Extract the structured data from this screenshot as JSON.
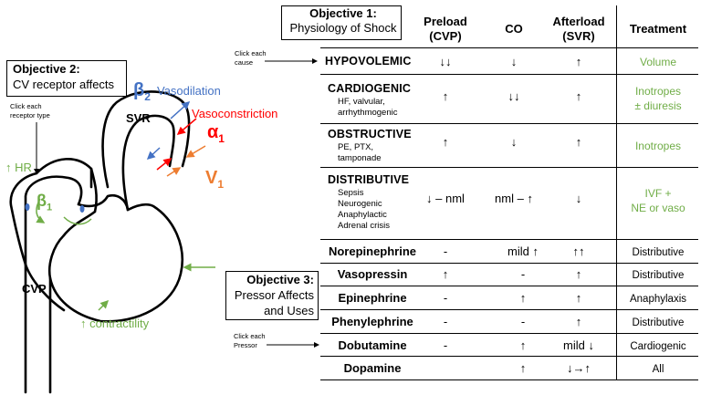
{
  "objective1": {
    "title": "Objective 1:",
    "subtitle": "Physiology of Shock"
  },
  "objective2": {
    "title": "Objective 2:",
    "subtitle": "CV receptor affects"
  },
  "objective3": {
    "line1": "Objective 3:",
    "line2": "Pressor Affects",
    "line3": "and Uses"
  },
  "click_cause": {
    "line1": "Click each",
    "line2": "cause"
  },
  "click_receptor": {
    "line1": "Click each",
    "line2": "receptor type"
  },
  "click_pressor": {
    "line1": "Click each",
    "line2": "Pressor"
  },
  "headers": {
    "preload": "Preload",
    "preload_sub": "(CVP)",
    "co": "CO",
    "afterload": "Afterload",
    "afterload_sub": "(SVR)",
    "treatment": "Treatment"
  },
  "shock_rows": [
    {
      "name": "HYPOVOLEMIC",
      "details": [],
      "preload": "↓↓",
      "co": "↓",
      "afterload": "↑",
      "treatment": [
        "Volume"
      ]
    },
    {
      "name": "CARDIOGENIC",
      "details": [
        "HF, valvular,",
        "arrhythmogenic"
      ],
      "preload": "↑",
      "co": "↓↓",
      "afterload": "↑",
      "treatment": [
        "Inotropes",
        "± diuresis"
      ]
    },
    {
      "name": "OBSTRUCTIVE",
      "details": [
        "PE, PTX,",
        "tamponade"
      ],
      "preload": "↑",
      "co": "↓",
      "afterload": "↑",
      "treatment": [
        "Inotropes"
      ]
    },
    {
      "name": "DISTRIBUTIVE",
      "details": [
        "Sepsis",
        "Neurogenic",
        "Anaphylactic",
        "Adrenal crisis"
      ],
      "preload": "↓ – nml",
      "co": "nml – ↑",
      "afterload": "↓",
      "treatment": [
        "IVF +",
        "NE or vaso"
      ]
    }
  ],
  "pressor_rows": [
    {
      "name": "Norepinephrine",
      "preload": "-",
      "co": "mild ↑",
      "afterload": "↑↑",
      "treatment": "Distributive"
    },
    {
      "name": "Vasopressin",
      "preload": "↑",
      "co": "-",
      "afterload": "↑",
      "treatment": "Distributive"
    },
    {
      "name": "Epinephrine",
      "preload": "-",
      "co": "↑",
      "afterload": "↑",
      "treatment": "Anaphylaxis"
    },
    {
      "name": "Phenylephrine",
      "preload": "-",
      "co": "-",
      "afterload": "↑",
      "treatment": "Distributive"
    },
    {
      "name": "Dobutamine",
      "preload": "-",
      "co": "↑",
      "afterload": "mild ↓",
      "treatment": "Cardiogenic"
    },
    {
      "name": "Dopamine",
      "preload": "",
      "co": "↑",
      "afterload": "↓→↑",
      "treatment": "All"
    }
  ],
  "heart": {
    "beta2": "β",
    "beta2_sub": "2",
    "vasodilation": "Vasodilation",
    "svr": "SVR",
    "vasoconstriction": "Vasoconstriction",
    "alpha1": "α",
    "alpha1_sub": "1",
    "v1": "V",
    "v1_sub": "1",
    "hr": "↑ HR",
    "beta1": "β",
    "beta1_sub": "1",
    "cvp": "CVP",
    "contractility": "↑ contractility"
  },
  "colors": {
    "green": "#70ad47",
    "blue": "#4472c4",
    "red": "#ff0000",
    "orange": "#ed7d31"
  }
}
